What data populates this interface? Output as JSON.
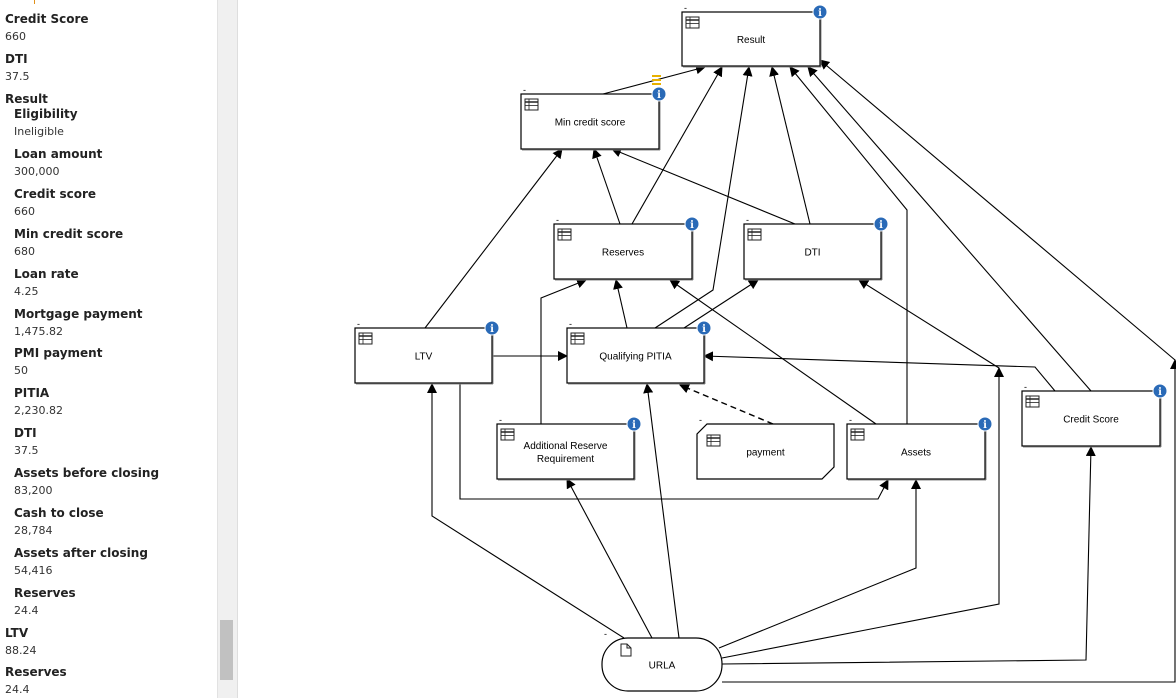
{
  "sidebar": {
    "items": [
      {
        "label": "Credit Score",
        "value": "660",
        "level": 0
      },
      {
        "label": "DTI",
        "value": "37.5",
        "level": 0
      },
      {
        "label": "Result",
        "value": "",
        "level": 0
      },
      {
        "label": "Eligibility",
        "value": "Ineligible",
        "level": 1
      },
      {
        "label": "Loan amount",
        "value": "300,000",
        "level": 1
      },
      {
        "label": "Credit score",
        "value": "660",
        "level": 1
      },
      {
        "label": "Min credit score",
        "value": "680",
        "level": 1
      },
      {
        "label": "Loan rate",
        "value": "4.25",
        "level": 1
      },
      {
        "label": "Mortgage payment",
        "value": "1,475.82",
        "level": 1
      },
      {
        "label": "PMI payment",
        "value": "50",
        "level": 1
      },
      {
        "label": "PITIA",
        "value": "2,230.82",
        "level": 1
      },
      {
        "label": "DTI",
        "value": "37.5",
        "level": 1
      },
      {
        "label": "Assets before closing",
        "value": "83,200",
        "level": 1
      },
      {
        "label": "Cash to close",
        "value": "28,784",
        "level": 1
      },
      {
        "label": "Assets after closing",
        "value": "54,416",
        "level": 1
      },
      {
        "label": "Reserves",
        "value": "24.4",
        "level": 1
      },
      {
        "label": "LTV",
        "value": "88.24",
        "level": 0
      },
      {
        "label": "Reserves",
        "value": "24.4",
        "level": 0
      }
    ]
  },
  "diagram": {
    "nodes": {
      "result": {
        "label": "Result",
        "kind": "decision",
        "icon": "table-icon",
        "marker": "-"
      },
      "min_credit": {
        "label": "Min credit score",
        "kind": "decision",
        "icon": "table-icon",
        "marker": "-"
      },
      "reserves": {
        "label": "Reserves",
        "kind": "decision",
        "icon": "table-icon",
        "marker": "-"
      },
      "dti": {
        "label": "DTI",
        "kind": "decision",
        "icon": "table-icon",
        "marker": "-"
      },
      "ltv": {
        "label": "LTV",
        "kind": "decision",
        "icon": "table-icon",
        "marker": "-"
      },
      "pitia": {
        "label": "Qualifying PITIA",
        "kind": "decision",
        "icon": "table-icon",
        "marker": "-"
      },
      "credit": {
        "label": "Credit Score",
        "kind": "decision",
        "icon": "table-icon",
        "marker": "-"
      },
      "addl": {
        "label": "Additional Reserve Requirement",
        "kind": "decision",
        "icon": "table-icon",
        "marker": "-"
      },
      "payment": {
        "label": "payment",
        "kind": "bkm",
        "icon": "table-icon",
        "marker": "-"
      },
      "assets": {
        "label": "Assets",
        "kind": "decision",
        "icon": "table-icon",
        "marker": "-"
      },
      "urla": {
        "label": "URLA",
        "kind": "input",
        "icon": "document-icon",
        "marker": "-"
      }
    },
    "info_icon_glyph": "i",
    "colors": {
      "info": "#2a6ab7",
      "stroke": "#000000",
      "annotation": "#e8b100"
    }
  }
}
